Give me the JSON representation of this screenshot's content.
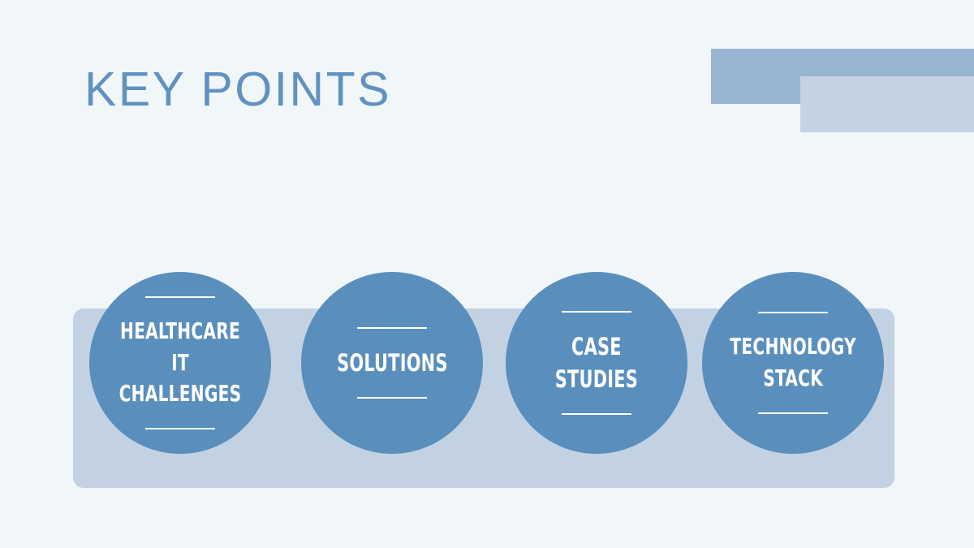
{
  "slide": {
    "title": "KEY POINTS",
    "background_color": "#f1f6f9",
    "accent_color": "#5a8fbd",
    "title_color": "#5f92c0",
    "band_color": "#c3d2e3"
  },
  "decorations": {
    "rect_dark_color": "#98b6d3",
    "rect_light_color": "#c3d3e4"
  },
  "key_points": [
    {
      "label": "HEALTHCARE\nIT CHALLENGES"
    },
    {
      "label": "SOLUTIONS"
    },
    {
      "label": "CASE\nSTUDIES"
    },
    {
      "label": "TECHNOLOGY\nSTACK"
    }
  ]
}
